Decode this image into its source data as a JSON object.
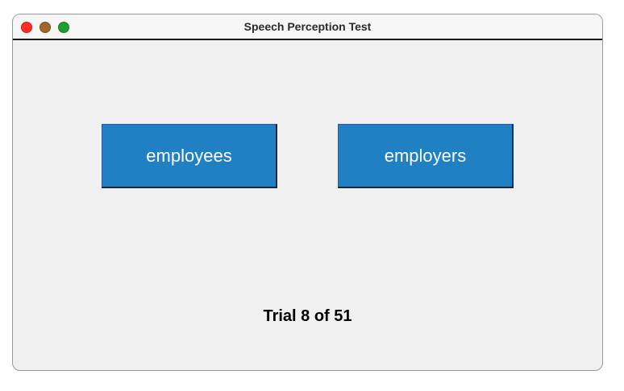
{
  "window": {
    "title": "Speech Perception Test",
    "controls": {
      "close_color": "#ff2d25",
      "minimize_color": "#a0662c",
      "zoom_color": "#1f9e2f"
    }
  },
  "choices": [
    {
      "label": "employees"
    },
    {
      "label": "employers"
    }
  ],
  "button_color": "#2080c4",
  "status": {
    "trial_text": "Trial 8 of 51"
  }
}
